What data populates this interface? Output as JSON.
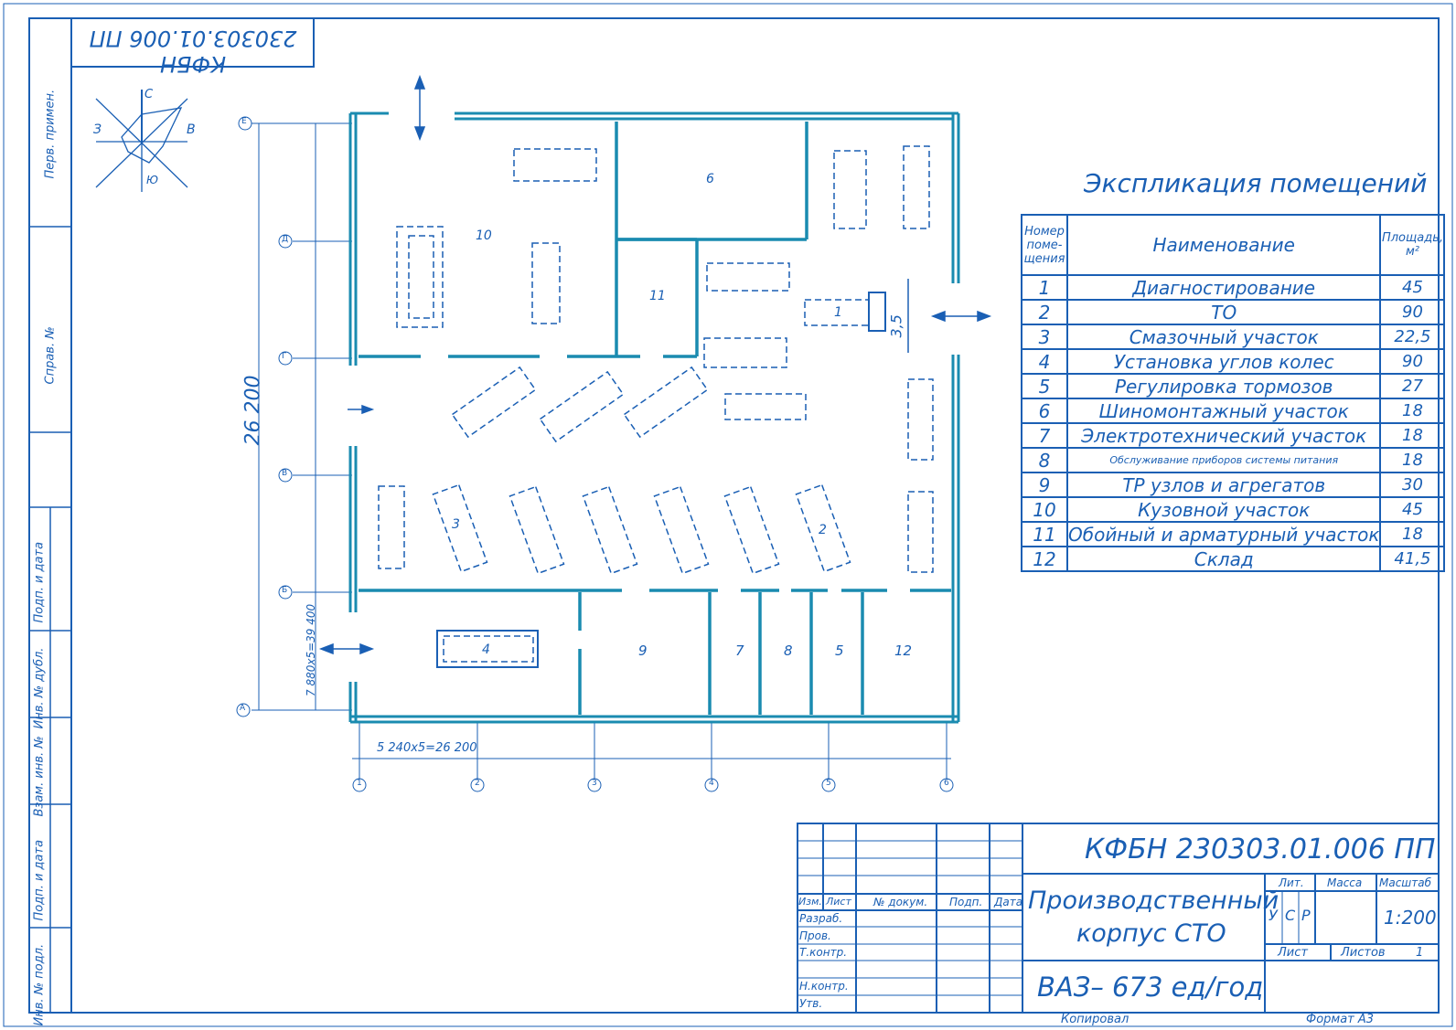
{
  "stamp_top": "КФБН 230303.01.006 ПП",
  "side_labels": [
    "Перв. примен.",
    "Справ. №",
    "Подп. и дата",
    "Инв. № дубл.",
    "Взам. инв. №",
    "Подп. и дата",
    "Инв. № подл."
  ],
  "compass": {
    "north": "С",
    "east": "В",
    "west": "З",
    "south": "Ю"
  },
  "dimensions": {
    "height": "26 200",
    "bottom": "5 240x5=26 200",
    "left_lower": "7 880x5=39 400",
    "door": "3,5"
  },
  "axes_rows": [
    "Е",
    "Д",
    "Г",
    "В",
    "Б",
    "А"
  ],
  "axes_cols": [
    "1",
    "2",
    "3",
    "4",
    "5",
    "6"
  ],
  "rooms": [
    "10",
    "6",
    "11",
    "1",
    "3",
    "2",
    "4",
    "9",
    "7",
    "8",
    "5",
    "12"
  ],
  "explication": {
    "title": "Экспликация помещений",
    "headers": {
      "num": "Номер поме- щения",
      "name": "Наименование",
      "area": "Площадь, м²"
    },
    "rows": [
      {
        "n": "1",
        "name": "Диагностирование",
        "area": "45"
      },
      {
        "n": "2",
        "name": "ТО",
        "area": "90"
      },
      {
        "n": "3",
        "name": "Смазочный участок",
        "area": "22,5"
      },
      {
        "n": "4",
        "name": "Установка углов колес",
        "area": "90"
      },
      {
        "n": "5",
        "name": "Регулировка тормозов",
        "area": "27"
      },
      {
        "n": "6",
        "name": "Шиномонтажный участок",
        "area": "18"
      },
      {
        "n": "7",
        "name": "Электротехнический участок",
        "area": "18"
      },
      {
        "n": "8",
        "name": "Обслуживание приборов системы питания",
        "area": "18"
      },
      {
        "n": "9",
        "name": "ТР узлов и агрегатов",
        "area": "30"
      },
      {
        "n": "10",
        "name": "Кузовной участок",
        "area": "45"
      },
      {
        "n": "11",
        "name": "Обойный и арматурный участок",
        "area": "18"
      },
      {
        "n": "12",
        "name": "Склад",
        "area": "41,5"
      }
    ]
  },
  "title_block": {
    "doc_code": "КФБН 230303.01.006 ПП",
    "title_line1": "Производственный",
    "title_line2": "корпус СТО",
    "subtitle": "ВАЗ– 673 ед/год",
    "col_izm": "Изм.",
    "col_list": "Лист",
    "col_doc": "№ докум.",
    "col_podp": "Подп.",
    "col_data": "Дата",
    "row_razrab": "Разраб.",
    "row_prov": "Пров.",
    "row_tkontr": "Т.контр.",
    "row_nkontr": "Н.контр.",
    "row_utv": "Утв.",
    "lit_label": "Лит.",
    "massa_label": "Масса",
    "scale_label": "Масштаб",
    "lit_u": "У",
    "lit_s": "С",
    "lit_r": "Р",
    "scale": "1:200",
    "sheet_label": "Лист",
    "sheets_label": "Листов",
    "sheets": "1"
  },
  "footer": {
    "copied": "Копировал",
    "format": "Формат А3"
  }
}
